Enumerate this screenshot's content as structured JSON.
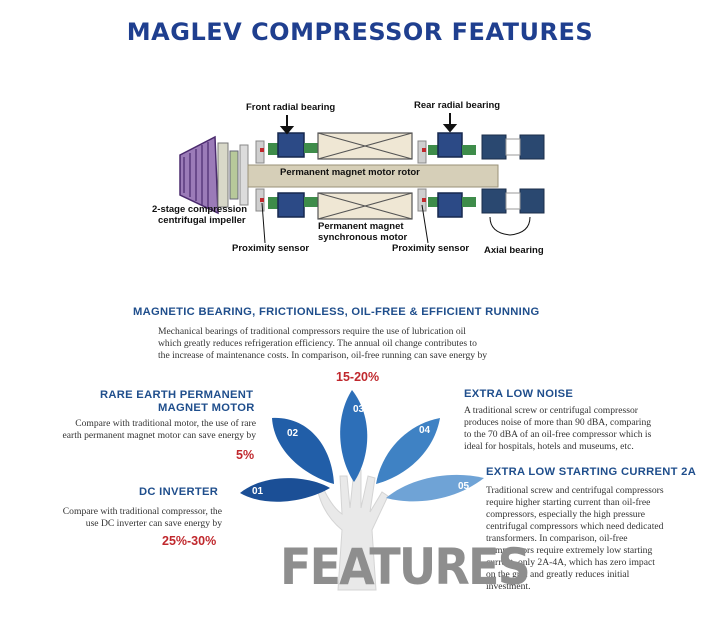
{
  "title": "MAGLEV COMPRESSOR FEATURES",
  "diagram": {
    "labels": {
      "front_radial": "Front radial bearing",
      "rear_radial": "Rear radial bearing",
      "motor_rotor": "Permanent magnet motor rotor",
      "impeller_line1": "2-stage compression",
      "impeller_line2": "centrifugal impeller",
      "sync_motor_line1": "Permanent magnet",
      "sync_motor_line2": "synchronous motor",
      "prox_left": "Proximity sensor",
      "prox_right": "Proximity sensor",
      "axial": "Axial bearing"
    }
  },
  "intro": {
    "heading": "MAGNETIC BEARING, FRICTIONLESS, OIL-FREE & EFFICIENT RUNNING",
    "line1": "Mechanical bearings of traditional compressors require the use of lubrication oil",
    "line2": "which greatly reduces refrigeration efficiency. The annual oil change contributes to",
    "line3": "the increase of maintenance costs. In comparison, oil-free running can save energy by",
    "value": "15-20%"
  },
  "features": {
    "rare_earth": {
      "heading_line1": "RARE EARTH PERMANENT",
      "heading_line2": "MAGNET MOTOR",
      "line1": "Compare with traditional motor, the use of rare",
      "line2": "earth permanent magnet motor can save energy by",
      "value": "5%"
    },
    "dc_inverter": {
      "heading": "DC INVERTER",
      "line1": "Compare with traditional compressor, the",
      "line2": "use DC inverter can save energy by",
      "value": "25%-30%"
    },
    "low_noise": {
      "heading": "EXTRA LOW NOISE",
      "line1": "A traditional screw or centrifugal compressor",
      "line2": "produces noise of more than 90 dBA, comparing",
      "line3": "to the 70 dBA of an oil-free compressor which is",
      "line4": "ideal for hospitals, hotels and museums, etc."
    },
    "low_current": {
      "heading": "EXTRA LOW STARTING CURRENT 2A",
      "line1": "Traditional screw and centrifugal compressors",
      "line2": "require higher starting current than oil-free",
      "line3": "compressors, especially the high pressure",
      "line4": "centrifugal compressors which need dedicated",
      "line5": "transformers. In comparison, oil-free",
      "line6": "compressors require extremely low starting",
      "line7": "current, only 2A-4A, which has zero impact",
      "line8": "on the grid and greatly reduces initial",
      "line9": "investment."
    }
  },
  "tree": {
    "leaf_01": "01",
    "leaf_02": "02",
    "leaf_03": "03",
    "leaf_04": "04",
    "leaf_05": "05",
    "word": "FEATURES"
  }
}
